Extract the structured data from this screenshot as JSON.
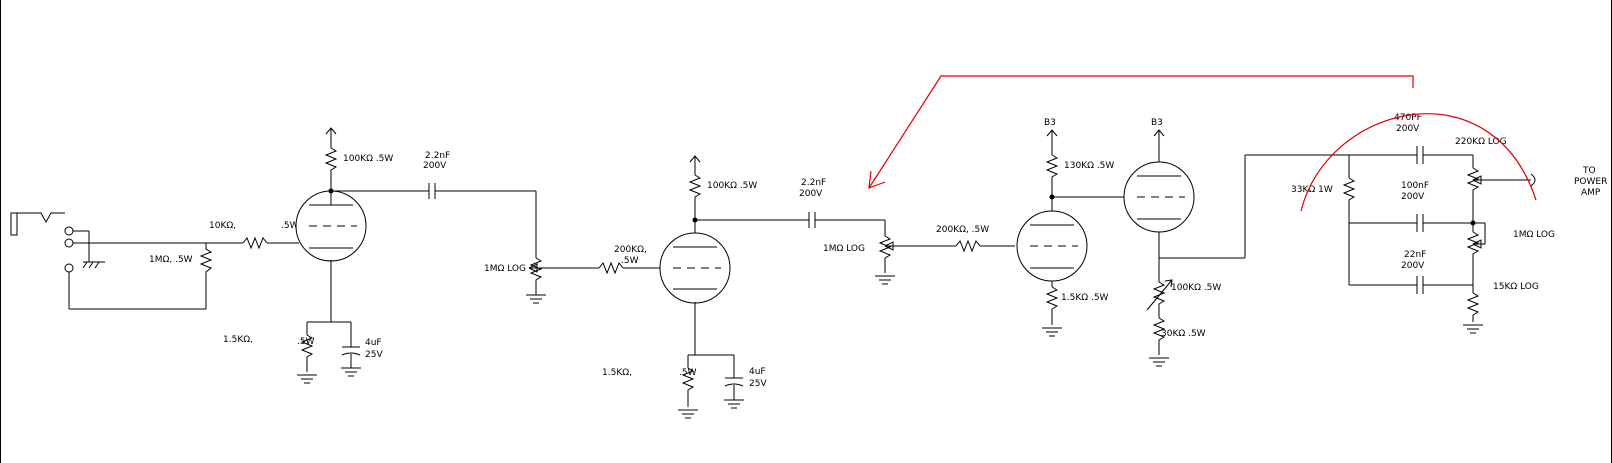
{
  "diagram": {
    "labels": {
      "r_100k_1": "100KΩ .5W",
      "c_22nf_1a": "2.2nF",
      "c_22nf_1b": "200V",
      "r_10k": "10KΩ,",
      "r_5w_grid1": ".5W",
      "r_1m_in": "1MΩ, .5W",
      "r_15k_1": "1.5KΩ,",
      "r_5w_cath1": ".5W",
      "c_4uf_1a": "4uF",
      "c_4uf_1b": "25V",
      "pot_1m_1": "1MΩ LOG",
      "r_200k_1a": "200KΩ,",
      "r_200k_1b": ".5W",
      "r_100k_2": "100KΩ .5W",
      "c_22nf_2a": "2.2nF",
      "c_22nf_2b": "200V",
      "pot_1m_2": "1MΩ LOG",
      "r_15k_2": "1.5KΩ,",
      "r_5w_cath2": ".5W",
      "c_4uf_2a": "4uF",
      "c_4uf_2b": "25V",
      "r_200k_2": "200KΩ, .5W",
      "b3_1": "B3",
      "r_130k": "130KΩ .5W",
      "r_15k_3": "1.5KΩ .5W",
      "b3_2": "B3",
      "r_100k_3": "100KΩ .5W",
      "r_30k": "30KΩ .5W",
      "r_33k": "33KΩ 1W",
      "c_470pf_a": "470PF",
      "c_470pf_b": "200V",
      "pot_220k": "220KΩ LOG",
      "c_100nf_a": "100nF",
      "c_100nf_b": "200V",
      "pot_1m_3": "1MΩ LOG",
      "c_22nf_3a": "22nF",
      "c_22nf_3b": "200V",
      "pot_15k": "15KΩ LOG",
      "to_a": "TO",
      "to_b": "POWER",
      "to_c": "AMP"
    },
    "colors": {
      "wire": "#000000",
      "annotation": "#e00000",
      "background": "#ffffff"
    }
  }
}
